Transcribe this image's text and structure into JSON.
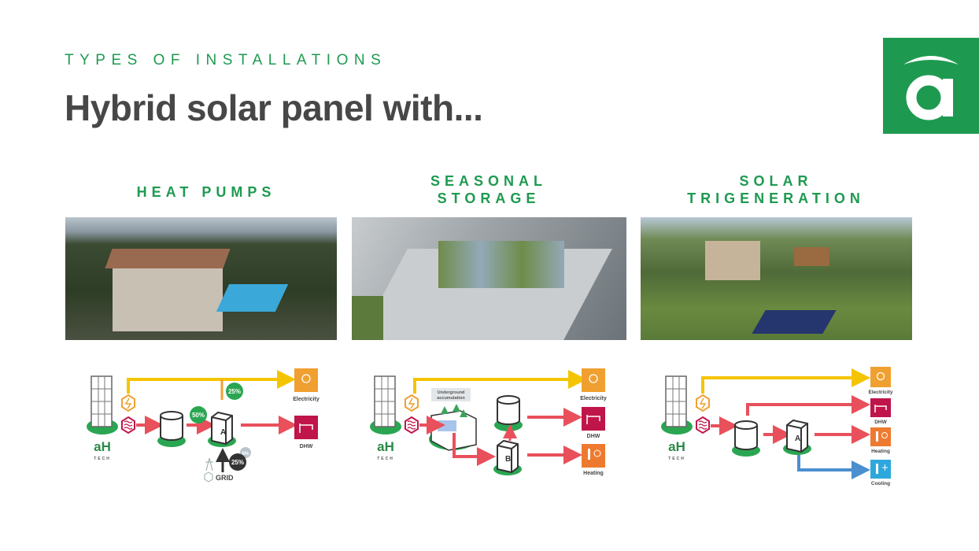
{
  "header": {
    "kicker": "TYPES OF INSTALLATIONS",
    "title": "Hybrid solar panel with..."
  },
  "brand": {
    "color": "#1e9a50",
    "logo_letter": "a"
  },
  "columns": [
    {
      "heading_lines": [
        "HEAT PUMPS"
      ],
      "diagram": {
        "brand": "aH",
        "brand_sub": "TECH",
        "pct_electric": "25%",
        "pct_thermal": "50%",
        "pct_grid": "25%",
        "pct_grid_small": "8%",
        "grid_label": "GRID",
        "unit_label": "A",
        "outputs": [
          "Electricity",
          "DHW"
        ]
      }
    },
    {
      "heading_lines": [
        "SEASONAL",
        "STORAGE"
      ],
      "diagram": {
        "brand": "aH",
        "brand_sub": "TECH",
        "storage_label_1": "Underground",
        "storage_label_2": "accumulation",
        "unit_label": "B",
        "outputs": [
          "Electricity",
          "DHW",
          "Heating"
        ]
      }
    },
    {
      "heading_lines": [
        "SOLAR",
        "TRIGENERATION"
      ],
      "diagram": {
        "brand": "aH",
        "brand_sub": "TECH",
        "unit_label": "A",
        "outputs": [
          "Electricity",
          "DHW",
          "Heating",
          "Cooling"
        ]
      }
    }
  ],
  "colors": {
    "electricity": "#f0a030",
    "dhw": "#c0154a",
    "heating": "#ee7a30",
    "cooling": "#2ea8dc",
    "thermal_flow": "#e8505b",
    "electric_flow": "#f5c400",
    "cooling_flow": "#4a8fcf"
  }
}
